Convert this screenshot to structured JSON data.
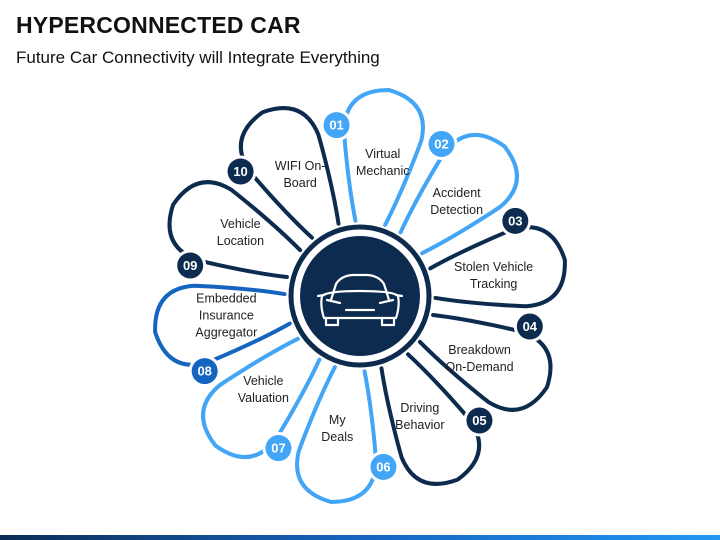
{
  "slide": {
    "title": "HYPERCONNECTED CAR",
    "subtitle": "Future Car Connectivity will Integrate Everything"
  },
  "center": {
    "icon": "car-front-icon"
  },
  "colors": {
    "light_blue": "#42a5f5",
    "mid_blue": "#1565c0",
    "dark_navy": "#0d2b4e",
    "center_fill": "#0d2b4e"
  },
  "items": [
    {
      "number": "01",
      "label": "Virtual\nMechanic"
    },
    {
      "number": "02",
      "label": "Accident\nDetection"
    },
    {
      "number": "03",
      "label": "Stolen Vehicle\nTracking"
    },
    {
      "number": "04",
      "label": "Breakdown\nOn-Demand"
    },
    {
      "number": "05",
      "label": "Driving\nBehavior"
    },
    {
      "number": "06",
      "label": "My\nDeals"
    },
    {
      "number": "07",
      "label": "Vehicle\nValuation"
    },
    {
      "number": "08",
      "label": "Embedded\nInsurance\nAggregator"
    },
    {
      "number": "09",
      "label": "Vehicle\nLocation"
    },
    {
      "number": "10",
      "label": "WIFI On-\nBoard"
    }
  ]
}
